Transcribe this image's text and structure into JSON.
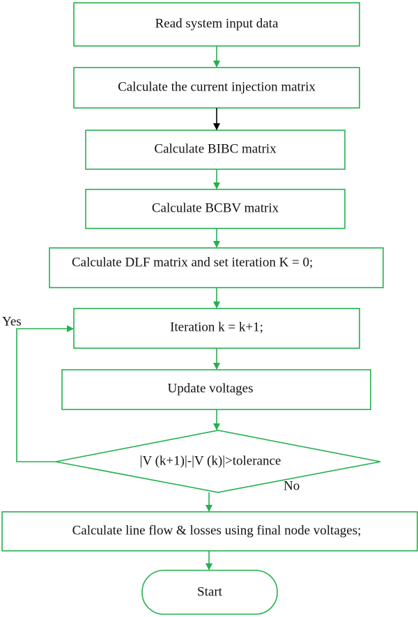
{
  "flowchart": {
    "steps": {
      "read_input": "Read system input data",
      "current_injection": "Calculate the current injection matrix",
      "bibc": "Calculate BIBC matrix",
      "bcbv": "Calculate BCBV matrix",
      "dlf": "Calculate DLF matrix and set iteration K = 0;",
      "iteration": "Iteration k = k+1;",
      "update_voltages": "Update voltages",
      "decision": "|V (k+1)|-|V (k)|>tolerance",
      "line_flow": "Calculate line flow & losses using final node voltages;",
      "terminal": "Start"
    },
    "branches": {
      "yes": "Yes",
      "no": "No"
    },
    "colors": {
      "stroke": "#22b14c",
      "black_arrow": "#000000",
      "text": "#111111"
    }
  }
}
